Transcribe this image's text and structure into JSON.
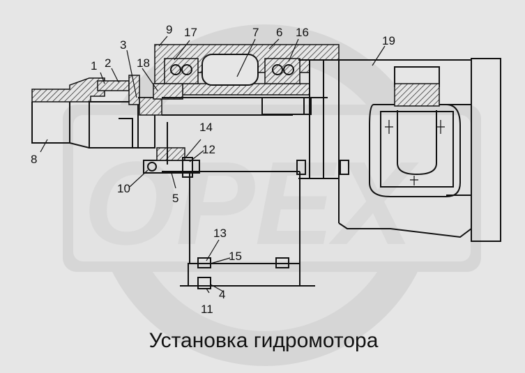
{
  "caption": "Установка гидромотора",
  "watermark": "OPEX",
  "callouts": [
    {
      "id": "c1",
      "text": "1"
    },
    {
      "id": "c2",
      "text": "2"
    },
    {
      "id": "c3",
      "text": "3"
    },
    {
      "id": "c4",
      "text": "4"
    },
    {
      "id": "c5",
      "text": "5"
    },
    {
      "id": "c6",
      "text": "6"
    },
    {
      "id": "c7",
      "text": "7"
    },
    {
      "id": "c8",
      "text": "8"
    },
    {
      "id": "c9",
      "text": "9"
    },
    {
      "id": "c10",
      "text": "10"
    },
    {
      "id": "c11",
      "text": "11"
    },
    {
      "id": "c12",
      "text": "12"
    },
    {
      "id": "c13",
      "text": "13"
    },
    {
      "id": "c14",
      "text": "14"
    },
    {
      "id": "c15",
      "text": "15"
    },
    {
      "id": "c16",
      "text": "16"
    },
    {
      "id": "c17",
      "text": "17"
    },
    {
      "id": "c18",
      "text": "18"
    },
    {
      "id": "c19",
      "text": "19"
    }
  ],
  "colors": {
    "background": "#e6e6e6",
    "ink": "#111111",
    "watermark": "#d6d6d6"
  }
}
